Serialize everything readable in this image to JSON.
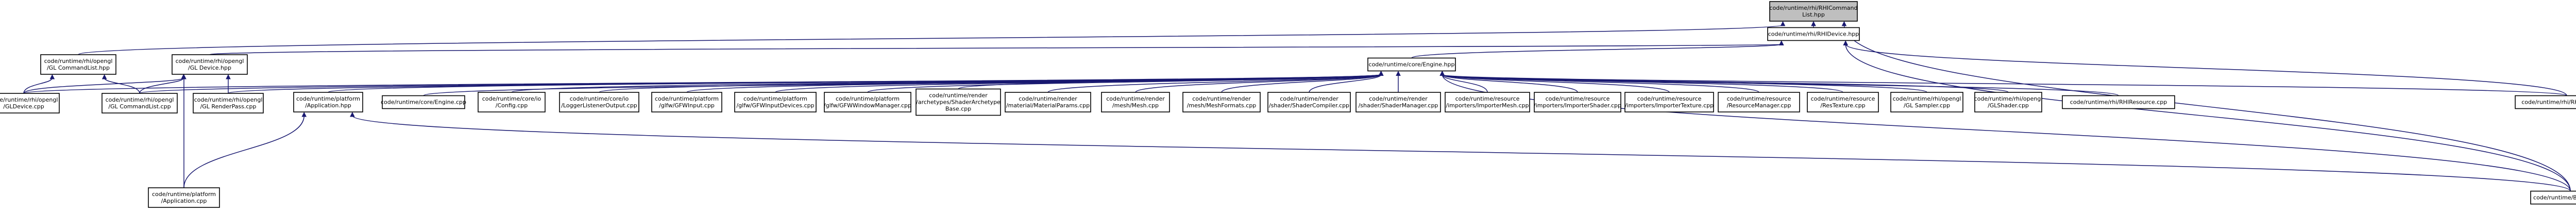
{
  "graph": {
    "nodes": [
      {
        "id": "root",
        "lines": [
          "code/runtime/rhi/RHICommand",
          "List.hpp"
        ],
        "root": true
      },
      {
        "id": "rhidevice",
        "lines": [
          "code/runtime/rhi/RHIDevice.hpp"
        ]
      },
      {
        "id": "gl_cmdlist_hpp",
        "lines": [
          "code/runtime/rhi/opengl",
          "/GL CommandList.hpp"
        ]
      },
      {
        "id": "gl_device_hpp",
        "lines": [
          "code/runtime/rhi/opengl",
          "/GL Device.hpp"
        ]
      },
      {
        "id": "engine_hpp",
        "lines": [
          "code/runtime/core/Engine.hpp"
        ]
      },
      {
        "id": "platform_app_hpp",
        "lines": [
          "code/runtime/platform",
          "/Application.hpp"
        ]
      },
      {
        "id": "gl_device_cpp",
        "lines": [
          "code/runtime/rhi/opengl",
          "/GLDevice.cpp"
        ]
      },
      {
        "id": "gl_cmdlist_cpp",
        "lines": [
          "code/runtime/rhi/opengl",
          "/GL CommandList.cpp"
        ]
      },
      {
        "id": "gl_renderpass_cpp",
        "lines": [
          "code/runtime/rhi/opengl",
          "/GL RenderPass.cpp"
        ]
      },
      {
        "id": "core_engine_cpp",
        "lines": [
          "code/runtime/core/Engine.cpp"
        ]
      },
      {
        "id": "io_config_cpp",
        "lines": [
          "code/runtime/core/io",
          "/Config.cpp"
        ]
      },
      {
        "id": "io_logger_cpp",
        "lines": [
          "code/runtime/core/io",
          "/LoggerListenerOutput.cpp"
        ]
      },
      {
        "id": "gfw_input_cpp",
        "lines": [
          "code/runtime/platform",
          "/glfw/GFWInput.cpp"
        ]
      },
      {
        "id": "gfw_inputdevices_cpp",
        "lines": [
          "code/runtime/platform",
          "/glfw/GFWInputDevices.cpp"
        ]
      },
      {
        "id": "gfw_windowmgr_cpp",
        "lines": [
          "code/runtime/platform",
          "/glfw/GFWWindowManager.cpp"
        ]
      },
      {
        "id": "shader_archetype_cpp",
        "lines": [
          "code/runtime/render",
          "/archetypes/ShaderArchetype",
          "Base.cpp"
        ]
      },
      {
        "id": "material_params_cpp",
        "lines": [
          "code/runtime/render",
          "/material/MaterialParams.cpp"
        ]
      },
      {
        "id": "mesh_cpp",
        "lines": [
          "code/runtime/render",
          "/mesh/Mesh.cpp"
        ]
      },
      {
        "id": "meshformats_cpp",
        "lines": [
          "code/runtime/render",
          "/mesh/MeshFormats.cpp"
        ]
      },
      {
        "id": "shadercompiler_cpp",
        "lines": [
          "code/runtime/render",
          "/shader/ShaderCompiler.cpp"
        ]
      },
      {
        "id": "shadermanager_cpp",
        "lines": [
          "code/runtime/render",
          "/shader/ShaderManager.cpp"
        ]
      },
      {
        "id": "importermesh_cpp",
        "lines": [
          "code/runtime/resource",
          "/importers/ImporterMesh.cpp"
        ]
      },
      {
        "id": "importershader_cpp",
        "lines": [
          "code/runtime/resource",
          "/importers/ImporterShader.cpp"
        ]
      },
      {
        "id": "importertexture_cpp",
        "lines": [
          "code/runtime/resource",
          "/importers/ImporterTexture.cpp"
        ]
      },
      {
        "id": "resourcemanager_cpp",
        "lines": [
          "code/runtime/resource",
          "/ResourceManager.cpp"
        ]
      },
      {
        "id": "restexture_cpp",
        "lines": [
          "code/runtime/resource",
          "/ResTexture.cpp"
        ]
      },
      {
        "id": "gl_sampler_cpp",
        "lines": [
          "code/runtime/rhi/opengl",
          "/GL Sampler.cpp"
        ]
      },
      {
        "id": "gl_shader_cpp",
        "lines": [
          "code/runtime/rhi/opengl",
          "/GLShader.cpp"
        ]
      },
      {
        "id": "rhiresource_cpp",
        "lines": [
          "code/runtime/rhi/RHIResource.cpp"
        ]
      },
      {
        "id": "rhidevice_cpp",
        "lines": [
          "code/runtime/rhi/RHIDevice.cpp"
        ]
      },
      {
        "id": "platform_app_cpp",
        "lines": [
          "code/runtime/platform",
          "/Application.cpp"
        ]
      },
      {
        "id": "berserk_hpp",
        "lines": [
          "code/runtime/Berserk.hpp"
        ]
      }
    ]
  }
}
